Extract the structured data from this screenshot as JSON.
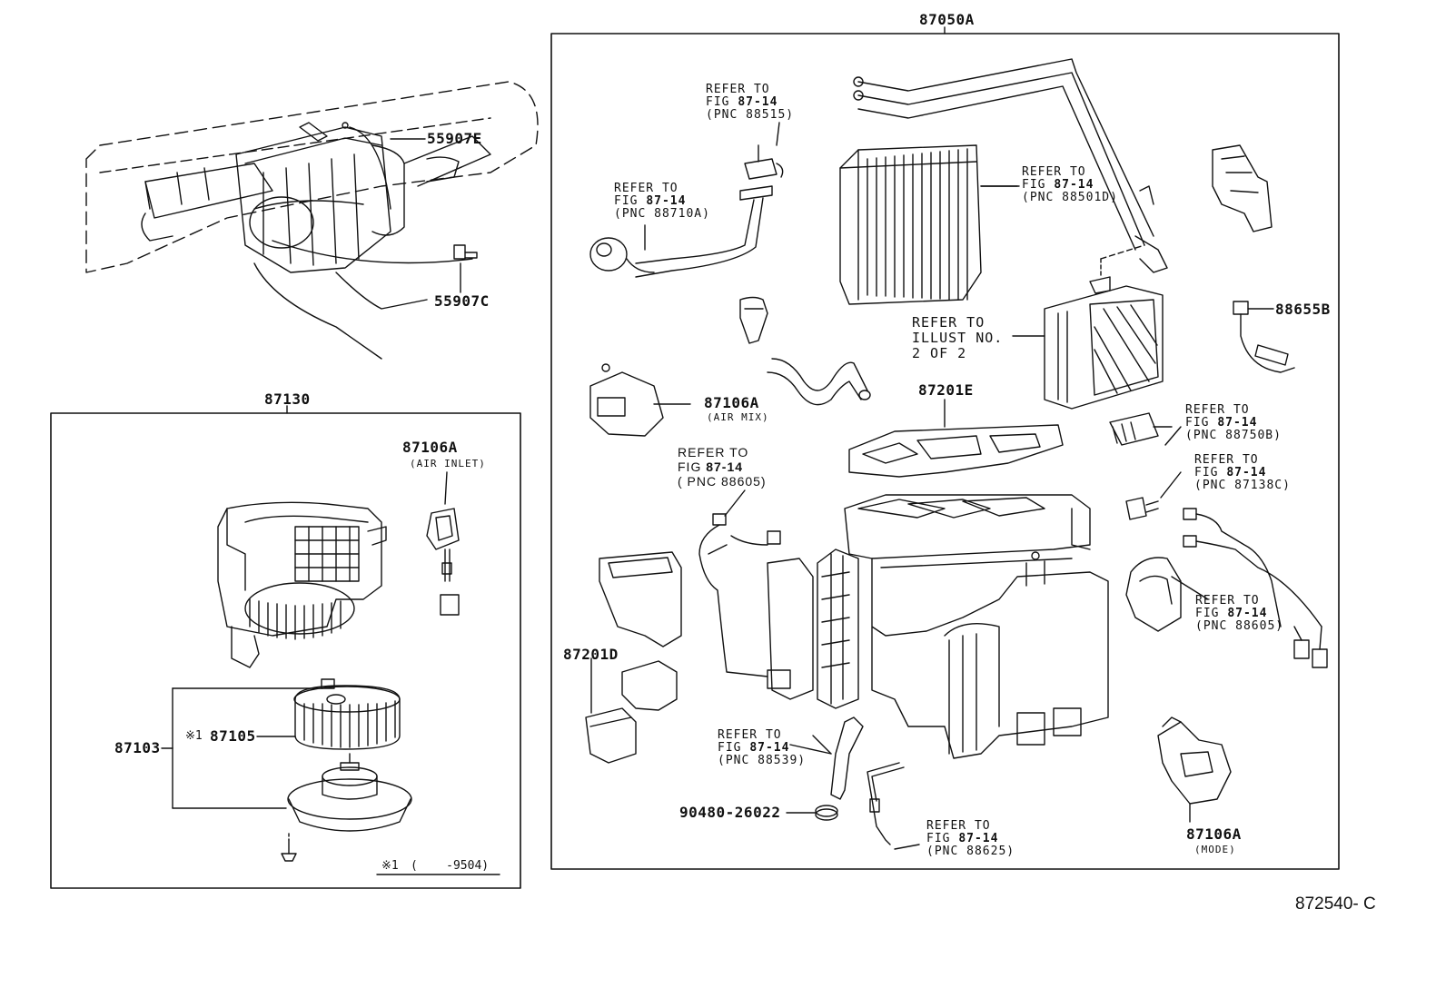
{
  "boxes": {
    "left_title": "87130",
    "right_title": "87050A"
  },
  "labels": {
    "p55907E": "55907E",
    "p55907C": "55907C",
    "p87106A_inlet": "87106A",
    "p87106A_inlet_note": "(AIR INLET)",
    "p87103": "87103",
    "p87105_mark": "※1",
    "p87105": "87105",
    "footnote_mark": "※1",
    "footnote_range": "(    -9504)",
    "p87106A_mix": "87106A",
    "p87106A_mix_note": "(AIR MIX)",
    "p88655B": "88655B",
    "p87201E": "87201E",
    "p87201D": "87201D",
    "p90480": "90480-26022",
    "p87106A_mode": "87106A",
    "p87106A_mode_note": "(MODE)",
    "illustration_code": "872540- C"
  },
  "refers": [
    {
      "line1": "REFER TO",
      "line2_a": "FIG ",
      "line2_b": "87-14",
      "line3": "(PNC 88515)"
    },
    {
      "line1": "REFER TO",
      "line2_a": "FIG ",
      "line2_b": "87-14",
      "line3": "(PNC 88710A)"
    },
    {
      "line1": "REFER TO",
      "line2_a": "FIG ",
      "line2_b": "87-14",
      "line3": "(PNC 88501D)"
    },
    {
      "line1": "REFER TO",
      "line2": "ILLUST NO.",
      "line3": "2 OF 2"
    },
    {
      "line1": "REFER TO",
      "line2_a": "FIG ",
      "line2_b": "87-14",
      "line3": "(PNC 88750B)"
    },
    {
      "line1": "REFER TO",
      "line2_a": "FIG ",
      "line2_b": "87-14",
      "line3": "(PNC 87138C)"
    },
    {
      "line1": "REFER TO",
      "line2_a": "FIG ",
      "line2_b": "87-14",
      "line3": "( PNC 88605)"
    },
    {
      "line1": "REFER TO",
      "line2_a": "FIG ",
      "line2_b": "87-14",
      "line3": "(PNC 88605)"
    },
    {
      "line1": "REFER TO",
      "line2_a": "FIG ",
      "line2_b": "87-14",
      "line3": "(PNC 88539)"
    },
    {
      "line1": "REFER TO",
      "line2_a": "FIG ",
      "line2_b": "87-14",
      "line3": "(PNC 88625)"
    }
  ]
}
